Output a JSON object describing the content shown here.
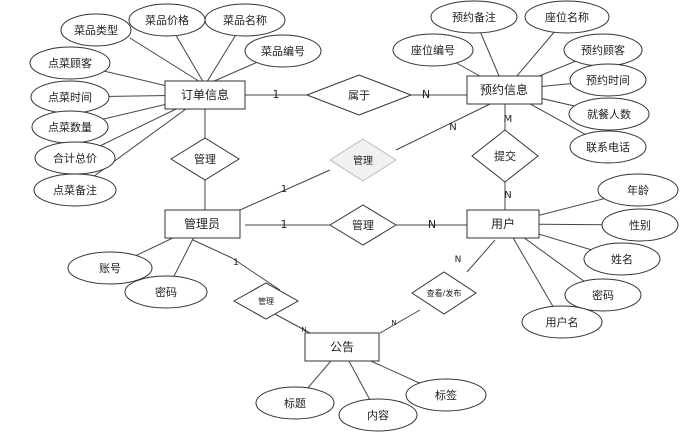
{
  "entities": {
    "order": "订单信息",
    "reservation": "预约信息",
    "admin": "管理员",
    "user": "用户",
    "notice": "公告"
  },
  "relationships": {
    "belongs": "属于",
    "manage_order": "管理",
    "manage_reservation": "管理",
    "submit": "提交",
    "manage_user": "管理",
    "manage_notice": "管理",
    "view_publish": "查看/发布"
  },
  "attributes": {
    "order": [
      "菜品类型",
      "菜品价格",
      "菜品名称",
      "菜品编号",
      "点菜顾客",
      "点菜时间",
      "点菜数量",
      "合计总价",
      "点菜备注"
    ],
    "reservation": [
      "预约备注",
      "座位名称",
      "座位编号",
      "预约顾客",
      "预约时间",
      "就餐人数",
      "联系电话"
    ],
    "user": [
      "年龄",
      "性别",
      "姓名",
      "密码",
      "用户名"
    ],
    "admin": [
      "账号",
      "密码"
    ],
    "notice": [
      "标题",
      "内容",
      "标签"
    ]
  },
  "cardinality": {
    "order_belongs": "1",
    "belongs_reservation": "N",
    "reservation_manage": "N",
    "manage_admin": "1",
    "reservation_submit": "M",
    "submit_user": "N",
    "admin_manage_user": "1",
    "manage_user_user": "N",
    "admin_manage_notice": "1",
    "manage_notice_notice": "N",
    "user_view": "N",
    "view_notice": "N"
  }
}
